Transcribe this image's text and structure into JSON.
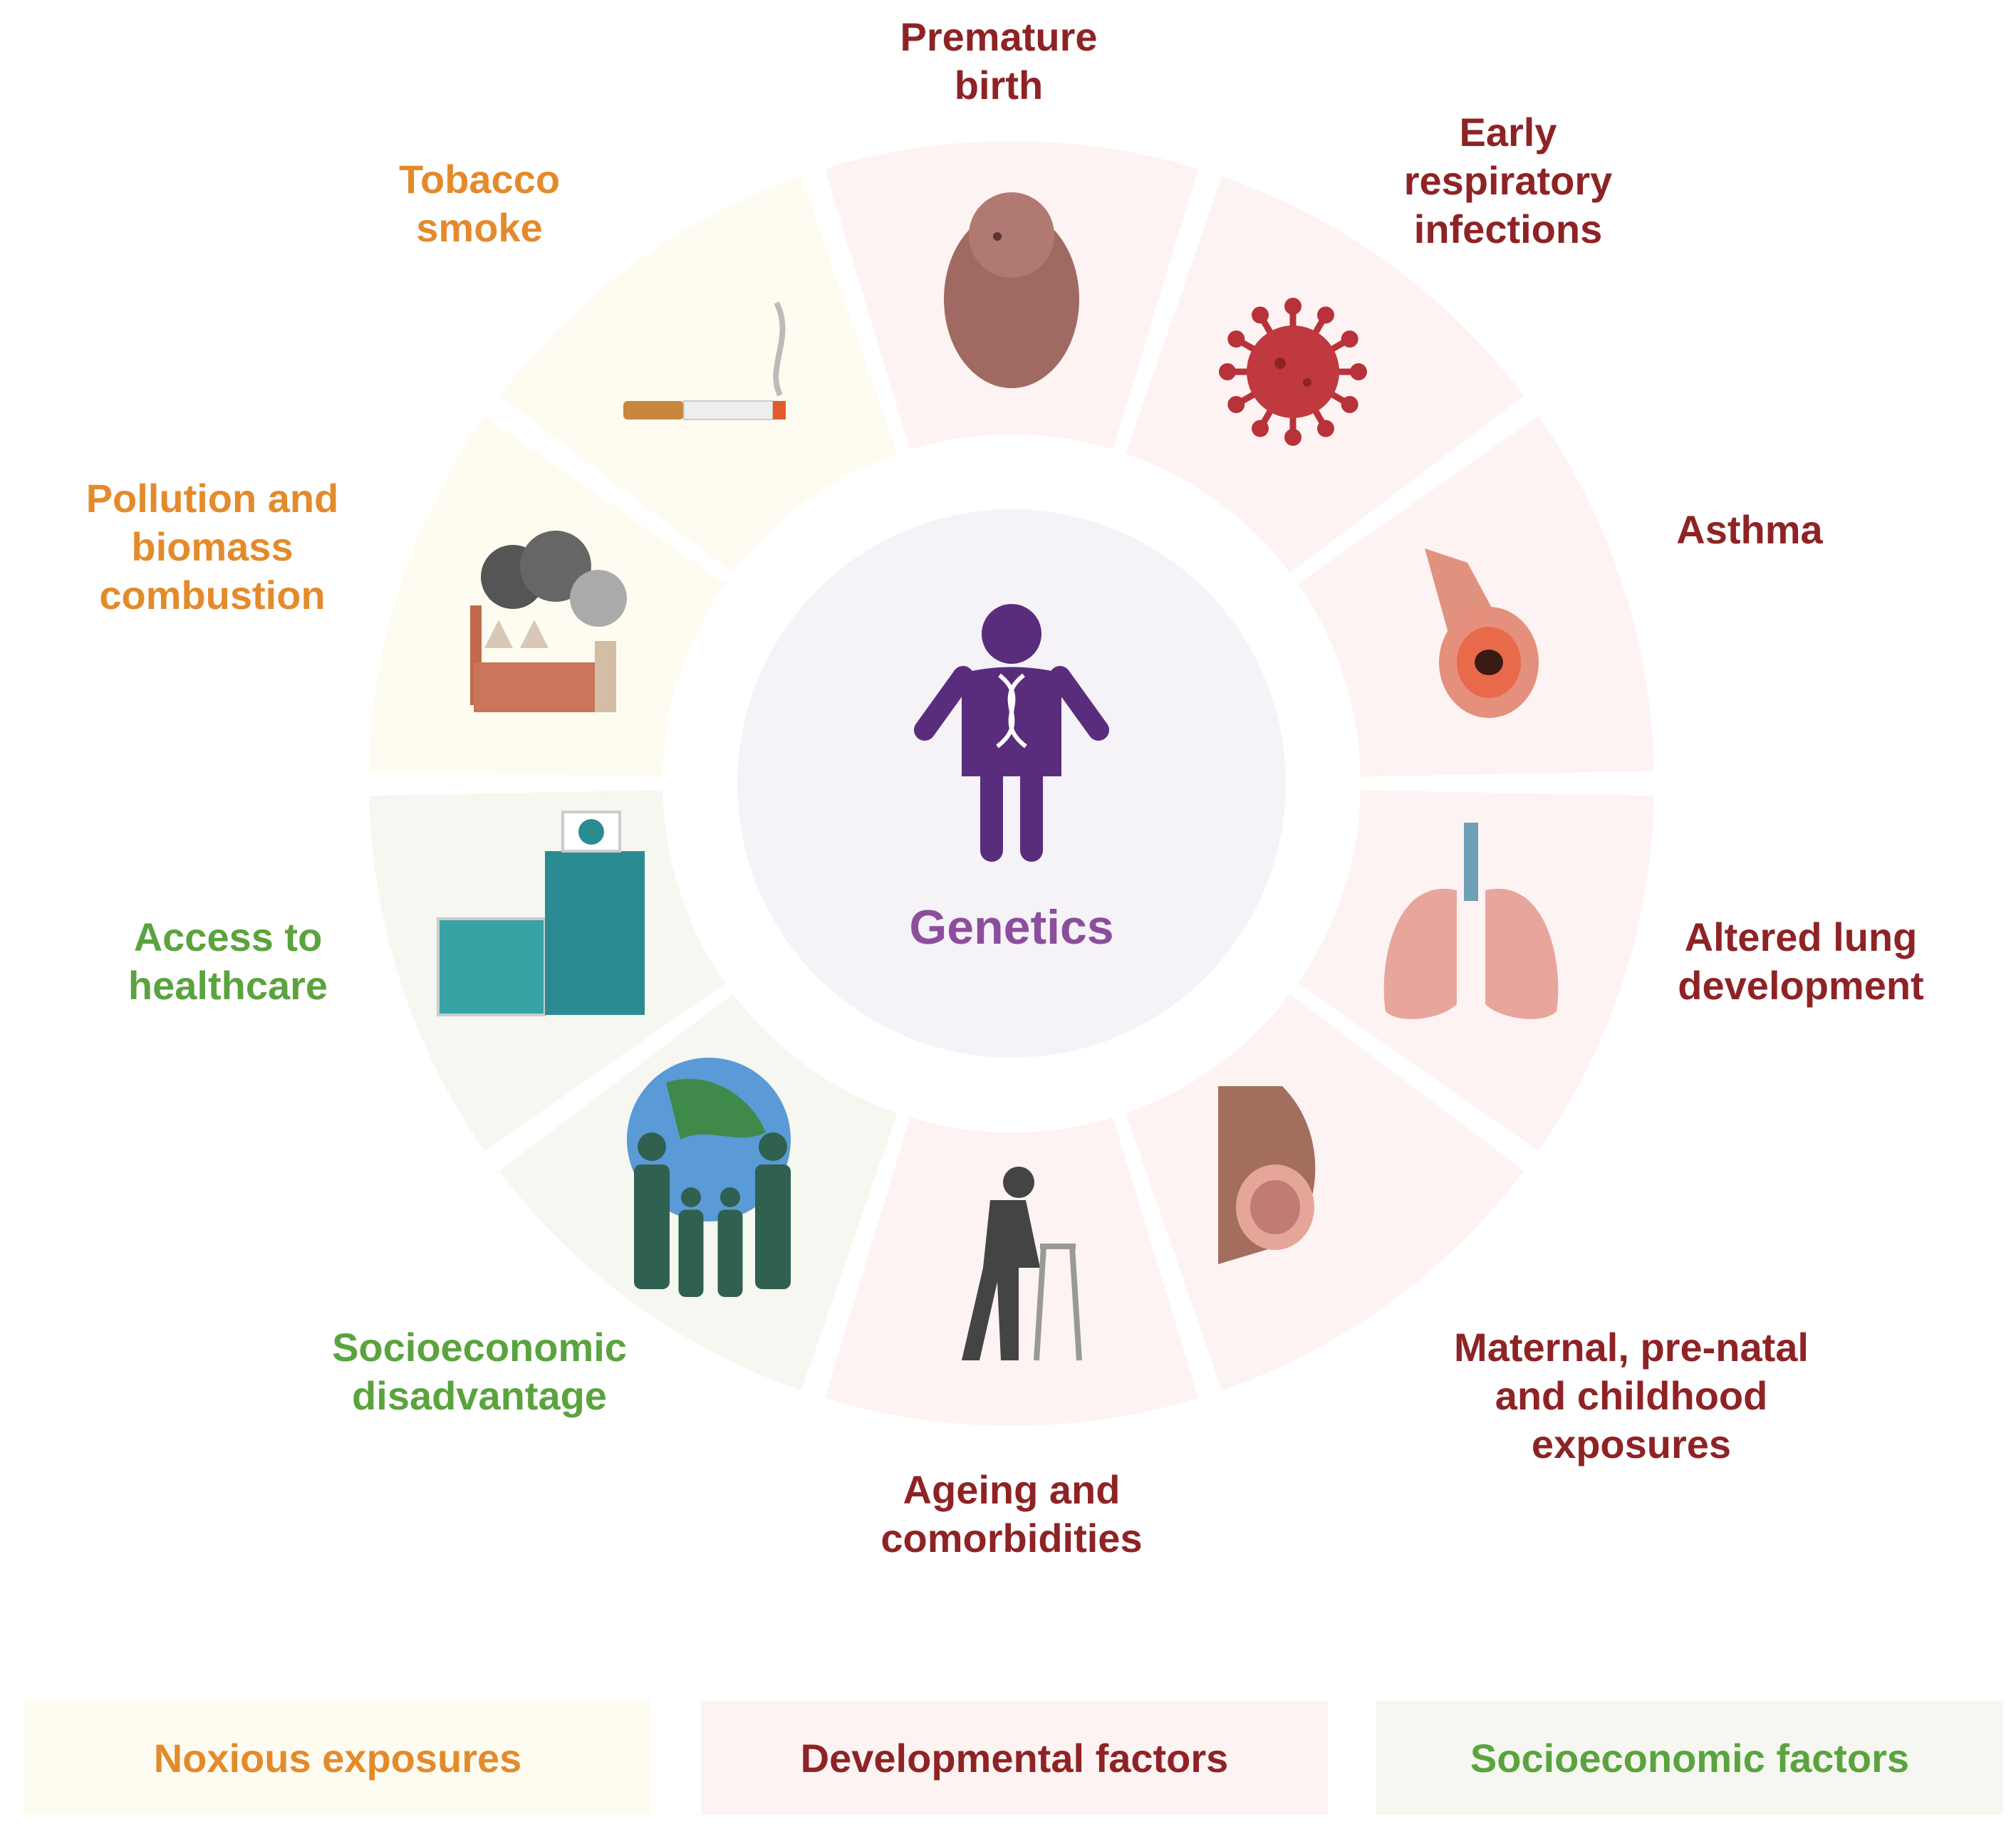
{
  "colors": {
    "noxious_text": "#e38b2c",
    "noxious_bg": "#fefcf1",
    "developmental_text": "#8e2326",
    "developmental_bg": "#fdf3f2",
    "socioeconomic_text": "#5aa33e",
    "socioeconomic_bg": "#f5f7f0",
    "genetics_text": "#8c4e9c",
    "genetics_bg": "#f5f2f8",
    "person": "#5a2d7c"
  },
  "center": {
    "label": "Genetics",
    "icon": "person-dna-icon"
  },
  "segments": [
    {
      "id": "premature-birth",
      "label": "Premature\nbirth",
      "category": "developmental",
      "icon": "fetus-icon"
    },
    {
      "id": "early-respiratory-infections",
      "label": "Early\nrespiratory\ninfections",
      "category": "developmental",
      "icon": "virus-icon"
    },
    {
      "id": "asthma",
      "label": "Asthma",
      "category": "developmental",
      "icon": "airway-icon"
    },
    {
      "id": "altered-lung-development",
      "label": "Altered lung\ndevelopment",
      "category": "developmental",
      "icon": "lungs-icon"
    },
    {
      "id": "maternal-exposures",
      "label": "Maternal, pre-natal\nand childhood\nexposures",
      "category": "developmental",
      "icon": "pregnancy-icon"
    },
    {
      "id": "ageing-comorbidities",
      "label": "Ageing and\ncomorbidities",
      "category": "developmental",
      "icon": "elderly-walker-icon"
    },
    {
      "id": "socioeconomic-disadvantage",
      "label": "Socioeconomic\ndisadvantage",
      "category": "socioeconomic",
      "icon": "family-globe-icon"
    },
    {
      "id": "access-to-healthcare",
      "label": "Access to\nhealthcare",
      "category": "socioeconomic",
      "icon": "hospital-icon"
    },
    {
      "id": "pollution-biomass",
      "label": "Pollution and\nbiomass\ncombustion",
      "category": "noxious",
      "icon": "factory-icon"
    },
    {
      "id": "tobacco-smoke",
      "label": "Tobacco\nsmoke",
      "category": "noxious",
      "icon": "cigarette-icon"
    }
  ],
  "legend": [
    {
      "label": "Noxious exposures",
      "category": "noxious"
    },
    {
      "label": "Developmental factors",
      "category": "developmental"
    },
    {
      "label": "Socioeconomic factors",
      "category": "socioeconomic"
    }
  ]
}
